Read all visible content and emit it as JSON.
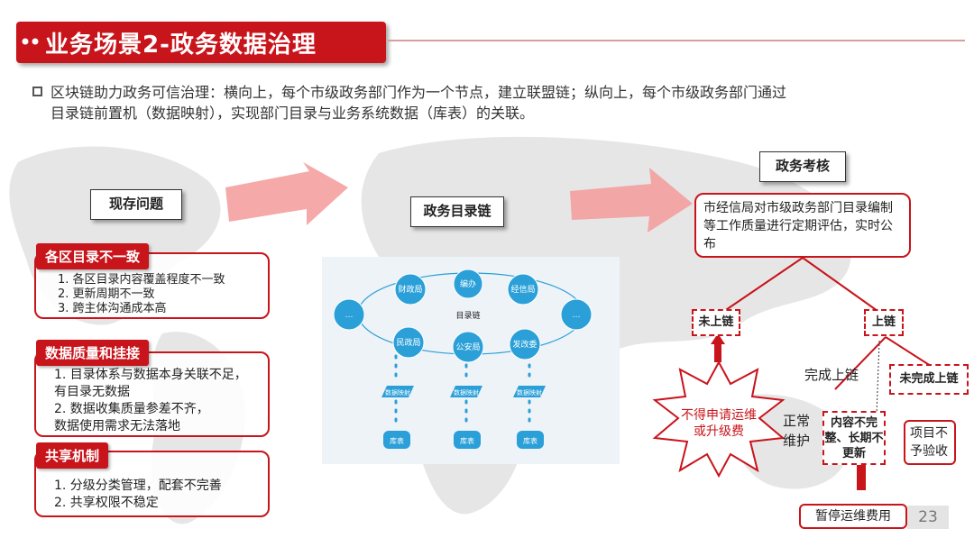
{
  "title": "业务场景2-政务数据治理",
  "intro": {
    "line1": "区块链助力政务可信治理：横向上，每个市级政务部门作为一个节点，建立联盟链；纵向上，每个市级政务部门通过",
    "line2": "目录链前置机（数据映射），实现部门目录与业务系统数据（库表）的关联。"
  },
  "left": {
    "header": "现存问题",
    "groups": [
      {
        "title": "各区目录不一致",
        "items": [
          "1. 各区目录内容覆盖程度不一致",
          "2. 更新周期不一致",
          "3. 跨主体沟通成本高"
        ]
      },
      {
        "title": "数据质量和挂接",
        "items": [
          "1. 目录体系与数据本身关联不足，",
          "有目录无数据",
          "2. 数据收集质量参差不齐，",
          "数据使用需求无法落地"
        ]
      },
      {
        "title": "共享机制",
        "items": [
          "1. 分级分类管理，配套不完善",
          "2. 共享权限不稳定"
        ]
      }
    ]
  },
  "middle": {
    "header": "政务目录链",
    "chain_label": "目录链",
    "nodes": [
      "财政局",
      "编办",
      "经信局",
      "…",
      "…",
      "民政局",
      "公安局",
      "发改委"
    ],
    "mapping_label": "数据映射",
    "table_label": "库表"
  },
  "right": {
    "header": "政务考核",
    "top_box": "市经信局对市级政务部门目录编制等工作质量进行定期评估，实时公布",
    "not_on_chain": "未上链",
    "on_chain": "上链",
    "burst": "不得申请运维或升级费",
    "complete": "完成上链",
    "incomplete": "未完成上链",
    "normal_maint": "正常维护",
    "content_issue": "内容不完整、长期不更新",
    "no_accept": "项目不予验收",
    "suspend": "暂停运维费用"
  },
  "page_number": "23",
  "colors": {
    "accent": "#c8141b",
    "node": "#2a9fd8",
    "arrow": "#f08a8a"
  }
}
